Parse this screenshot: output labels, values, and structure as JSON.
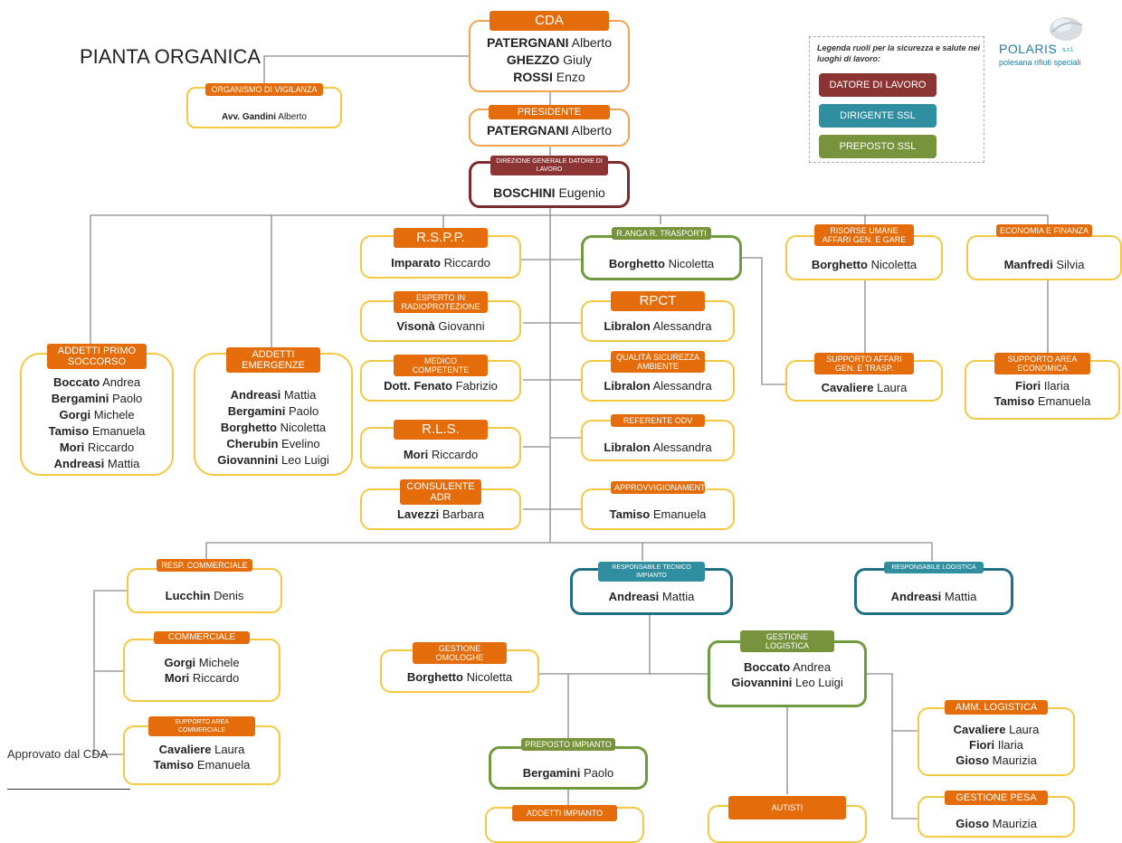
{
  "title": "PIANTA ORGANICA",
  "legend": {
    "title": "Legenda ruoli per la sicurezza e salute nei luoghi di lavoro:",
    "items": [
      {
        "label": "DATORE DI LAVORO",
        "color": "#8c3333"
      },
      {
        "label": "DIRIGENTE SSL",
        "color": "#2f8ea0"
      },
      {
        "label": "PREPOSTO SSL",
        "color": "#77933c"
      }
    ]
  },
  "logo": {
    "name": "POLARIS",
    "suffix": "s.r.l.",
    "tagline": "polesana rifiuti speciali"
  },
  "approved": "Approvato dal CDA",
  "colors": {
    "orange": "#e46c0a",
    "datore": "#8c3333",
    "dirigente": "#2f8ea0",
    "preposto": "#77933c",
    "border": "#f5c842"
  },
  "nodes": {
    "cda": {
      "label": "CDA",
      "people": [
        {
          "s": "PATERGNANI",
          "n": "Alberto"
        },
        {
          "s": "GHEZZO",
          "n": "Giuly"
        },
        {
          "s": "ROSSI",
          "n": "Enzo"
        }
      ]
    },
    "odv": {
      "label": "ORGANISMO DI VIGILANZA",
      "people": [
        {
          "s": "Avv. Gandini",
          "n": "Alberto"
        }
      ]
    },
    "presidente": {
      "label": "PRESIDENTE",
      "people": [
        {
          "s": "PATERGNANI",
          "n": "Alberto"
        }
      ]
    },
    "dg": {
      "label": "DIREZIONE GENERALE DATORE DI LAVORO",
      "people": [
        {
          "s": "BOSCHINI",
          "n": "Eugenio"
        }
      ]
    },
    "rspp": {
      "label": "R.S.P.P.",
      "people": [
        {
          "s": "Imparato",
          "n": "Riccardo"
        }
      ]
    },
    "ranga": {
      "label": "R.ANGA R. TRASPORTI",
      "people": [
        {
          "s": "Borghetto",
          "n": "Nicoletta"
        }
      ]
    },
    "risorse": {
      "label": "RISORSE UMANE AFFARI GEN. E GARE",
      "people": [
        {
          "s": "Borghetto",
          "n": "Nicoletta"
        }
      ]
    },
    "economia": {
      "label": "ECONOMIA E FINANZA",
      "people": [
        {
          "s": "Manfredi",
          "n": "Silvia"
        }
      ]
    },
    "esperto": {
      "label": "ESPERTO IN RADIOPROTEZIONE",
      "people": [
        {
          "s": "Visonà",
          "n": "Giovanni"
        }
      ]
    },
    "rpct": {
      "label": "RPCT",
      "people": [
        {
          "s": "Libralon",
          "n": "Alessandra"
        }
      ]
    },
    "medico": {
      "label": "MEDICO COMPETENTE",
      "people": [
        {
          "s": "Dott. Fenato",
          "n": "Fabrizio"
        }
      ]
    },
    "qualita": {
      "label": "QUALITÀ SICUREZZA AMBIENTE",
      "people": [
        {
          "s": "Libralon",
          "n": "Alessandra"
        }
      ]
    },
    "rls": {
      "label": "R.L.S.",
      "people": [
        {
          "s": "Mori",
          "n": "Riccardo"
        }
      ]
    },
    "referente": {
      "label": "REFERENTE ODV",
      "people": [
        {
          "s": "Libralon",
          "n": "Alessandra"
        }
      ]
    },
    "adr": {
      "label": "CONSULENTE ADR",
      "people": [
        {
          "s": "Lavezzi",
          "n": "Barbara"
        }
      ]
    },
    "approvv": {
      "label": "APPROVVIGIONAMENTI",
      "people": [
        {
          "s": "Tamiso",
          "n": "Emanuela"
        }
      ]
    },
    "supporto_affari": {
      "label": "SUPPORTO AFFARI GEN. E TRASP.",
      "people": [
        {
          "s": "Cavaliere",
          "n": "Laura"
        }
      ]
    },
    "supporto_eco": {
      "label": "SUPPORTO AREA ECONOMICA",
      "people": [
        {
          "s": "Fiori",
          "n": "Ilaria"
        },
        {
          "s": "Tamiso",
          "n": "Emanuela"
        }
      ]
    },
    "primo_soccorso": {
      "label": "ADDETTI PRIMO SOCCORSO",
      "people": [
        {
          "s": "Boccato",
          "n": "Andrea"
        },
        {
          "s": "Bergamini",
          "n": "Paolo"
        },
        {
          "s": "Gorgi",
          "n": "Michele"
        },
        {
          "s": "Tamiso",
          "n": "Emanuela"
        },
        {
          "s": "Mori",
          "n": "Riccardo"
        },
        {
          "s": "Andreasi",
          "n": "Mattia"
        }
      ]
    },
    "emergenze": {
      "label": "ADDETTI EMERGENZE",
      "people": [
        {
          "s": "Andreasi",
          "n": "Mattia"
        },
        {
          "s": "Bergamini",
          "n": "Paolo"
        },
        {
          "s": "Borghetto",
          "n": "Nicoletta"
        },
        {
          "s": "Cherubin",
          "n": "Evelino"
        },
        {
          "s": "Giovannini",
          "n": "Leo Luigi"
        }
      ]
    },
    "resp_comm": {
      "label": "RESP. COMMERCIALE",
      "people": [
        {
          "s": "Lucchin",
          "n": "Denis"
        }
      ]
    },
    "commerciale": {
      "label": "COMMERCIALE",
      "people": [
        {
          "s": "Gorgi",
          "n": "Michele"
        },
        {
          "s": "Mori",
          "n": "Riccardo"
        }
      ]
    },
    "supporto_comm": {
      "label": "SUPPORTO AREA COMMERCIALE",
      "people": [
        {
          "s": "Cavaliere",
          "n": "Laura"
        },
        {
          "s": "Tamiso",
          "n": "Emanuela"
        }
      ]
    },
    "resp_tecnico": {
      "label": "RESPONSABILE TECNICO IMPIANTO",
      "people": [
        {
          "s": "Andreasi",
          "n": "Mattia"
        }
      ]
    },
    "resp_logistica": {
      "label": "RESPONSABILE LOGISTICA",
      "people": [
        {
          "s": "Andreasi",
          "n": "Mattia"
        }
      ]
    },
    "omologhe": {
      "label": "GESTIONE OMOLOGHE",
      "people": [
        {
          "s": "Borghetto",
          "n": "Nicoletta"
        }
      ]
    },
    "gest_logistica": {
      "label": "GESTIONE LOGISTICA",
      "people": [
        {
          "s": "Boccato",
          "n": "Andrea"
        },
        {
          "s": "Giovannini",
          "n": "Leo Luigi"
        }
      ]
    },
    "amm_logistica": {
      "label": "AMM. LOGISTICA",
      "people": [
        {
          "s": "Cavaliere",
          "n": "Laura"
        },
        {
          "s": "Fiori",
          "n": "Ilaria"
        },
        {
          "s": "Gioso",
          "n": "Maurizia"
        }
      ]
    },
    "preposto_impianto": {
      "label": "PREPOSTO IMPIANTO",
      "people": [
        {
          "s": "Bergamini",
          "n": "Paolo"
        }
      ]
    },
    "gest_pesa": {
      "label": "GESTIONE PESA",
      "people": [
        {
          "s": "Gioso",
          "n": "Maurizia"
        }
      ]
    },
    "addetti_impianto": {
      "label": "ADDETTI IMPIANTO",
      "people": []
    },
    "autisti": {
      "label": "AUTISTI",
      "people": []
    }
  }
}
